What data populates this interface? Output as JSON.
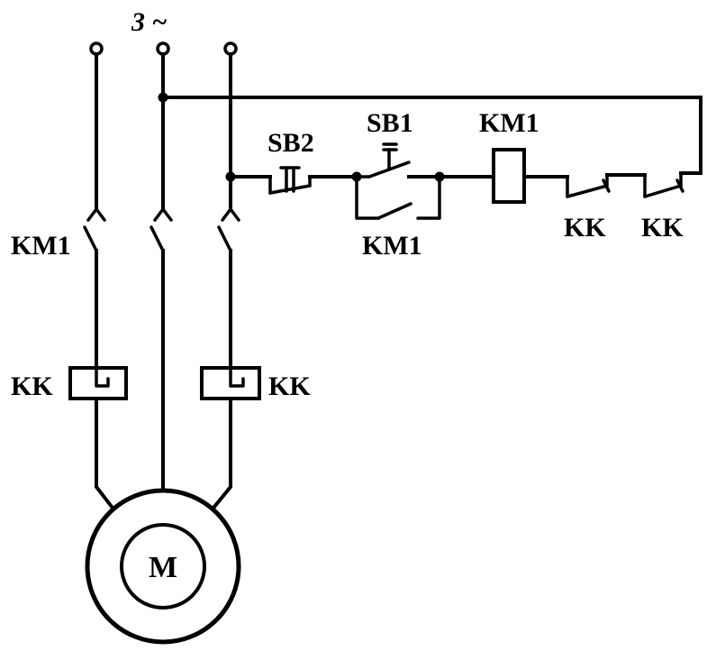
{
  "supply_label": "3 ~",
  "motor_label": "M",
  "labels": {
    "km1_main": "KM1",
    "kk_left": "KK",
    "kk_right": "KK",
    "sb2": "SB2",
    "sb1": "SB1",
    "km1_coil": "KM1",
    "km1_aux": "KM1",
    "kk_ctrl_1": "KK",
    "kk_ctrl_2": "KK"
  }
}
